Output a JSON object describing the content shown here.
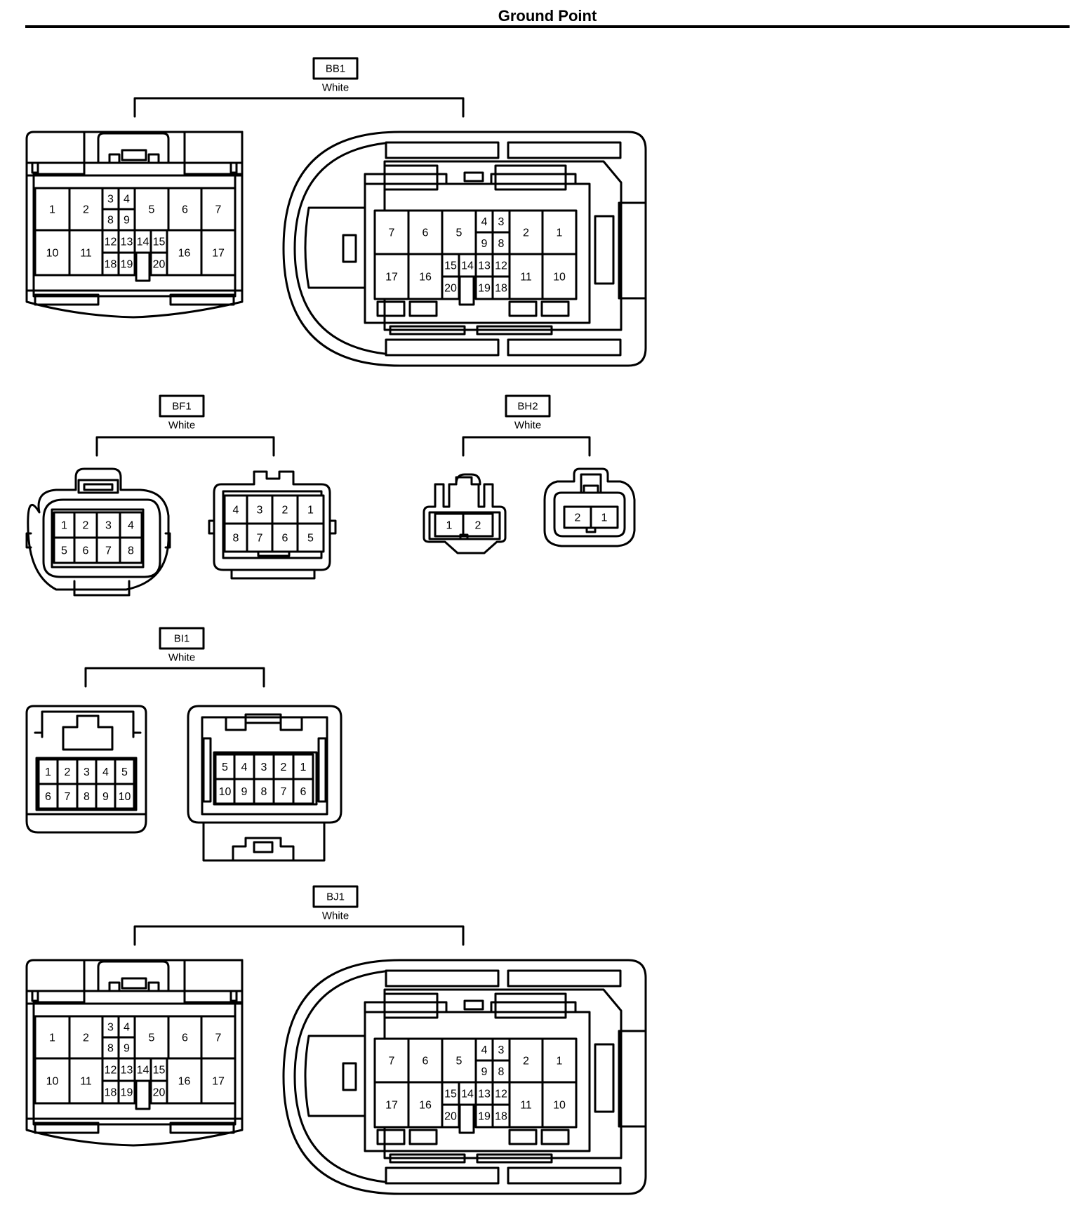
{
  "title": "Ground Point",
  "connectors": [
    {
      "id": "BB1",
      "color": "White",
      "left_pins": {
        "row1": [
          "1",
          "2",
          "3",
          "4",
          "5",
          "6",
          "7"
        ],
        "row2": [
          "8",
          "9"
        ],
        "row3": [
          "10",
          "11",
          "12",
          "13",
          "14",
          "15",
          "16",
          "17"
        ],
        "row4": [
          "18",
          "19",
          "20"
        ]
      },
      "right_pins": {
        "row1": [
          "7",
          "6",
          "5",
          "4",
          "3",
          "2",
          "1"
        ],
        "row2": [
          "9",
          "8"
        ],
        "row3": [
          "17",
          "16",
          "15",
          "14",
          "13",
          "12",
          "11",
          "10"
        ],
        "row4": [
          "20",
          "19",
          "18"
        ]
      }
    },
    {
      "id": "BF1",
      "color": "White",
      "left_pins": {
        "row1": [
          "1",
          "2",
          "3",
          "4"
        ],
        "row2": [
          "5",
          "6",
          "7",
          "8"
        ]
      },
      "right_pins": {
        "row1": [
          "4",
          "3",
          "2",
          "1"
        ],
        "row2": [
          "8",
          "7",
          "6",
          "5"
        ]
      }
    },
    {
      "id": "BH2",
      "color": "White",
      "left_pins": {
        "row1": [
          "1",
          "2"
        ]
      },
      "right_pins": {
        "row1": [
          "2",
          "1"
        ]
      }
    },
    {
      "id": "BI1",
      "color": "White",
      "left_pins": {
        "row1": [
          "1",
          "2",
          "3",
          "4",
          "5"
        ],
        "row2": [
          "6",
          "7",
          "8",
          "9",
          "10"
        ]
      },
      "right_pins": {
        "row1": [
          "5",
          "4",
          "3",
          "2",
          "1"
        ],
        "row2": [
          "10",
          "9",
          "8",
          "7",
          "6"
        ]
      }
    },
    {
      "id": "BJ1",
      "color": "White",
      "left_pins": {
        "row1": [
          "1",
          "2",
          "3",
          "4",
          "5",
          "6",
          "7"
        ],
        "row2": [
          "8",
          "9"
        ],
        "row3": [
          "10",
          "11",
          "12",
          "13",
          "14",
          "15",
          "16",
          "17"
        ],
        "row4": [
          "18",
          "19",
          "20"
        ]
      },
      "right_pins": {
        "row1": [
          "7",
          "6",
          "5",
          "4",
          "3",
          "2",
          "1"
        ],
        "row2": [
          "9",
          "8"
        ],
        "row3": [
          "17",
          "16",
          "15",
          "14",
          "13",
          "12",
          "11",
          "10"
        ],
        "row4": [
          "20",
          "19",
          "18"
        ]
      }
    }
  ]
}
